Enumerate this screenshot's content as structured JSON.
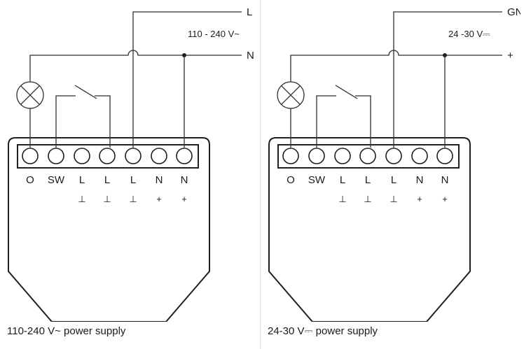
{
  "panels": [
    {
      "id": "ac",
      "caption": "110-240 V~ power supply",
      "top_line_label": "L",
      "bottom_line_label": "N",
      "voltage_label": "110 - 240 V~",
      "terminals": [
        "O",
        "SW",
        "L",
        "L",
        "L",
        "N",
        "N"
      ],
      "polarity": [
        "",
        "",
        "⊥",
        "⊥",
        "⊥",
        "+",
        "+"
      ]
    },
    {
      "id": "dc",
      "caption": "24-30 V⎓ power supply",
      "top_line_label": "GND",
      "bottom_line_label": "+",
      "voltage_label": "24 -30 V⎓",
      "terminals": [
        "O",
        "SW",
        "L",
        "L",
        "L",
        "N",
        "N"
      ],
      "polarity": [
        "",
        "",
        "⊥",
        "⊥",
        "⊥",
        "+",
        "+"
      ]
    }
  ]
}
